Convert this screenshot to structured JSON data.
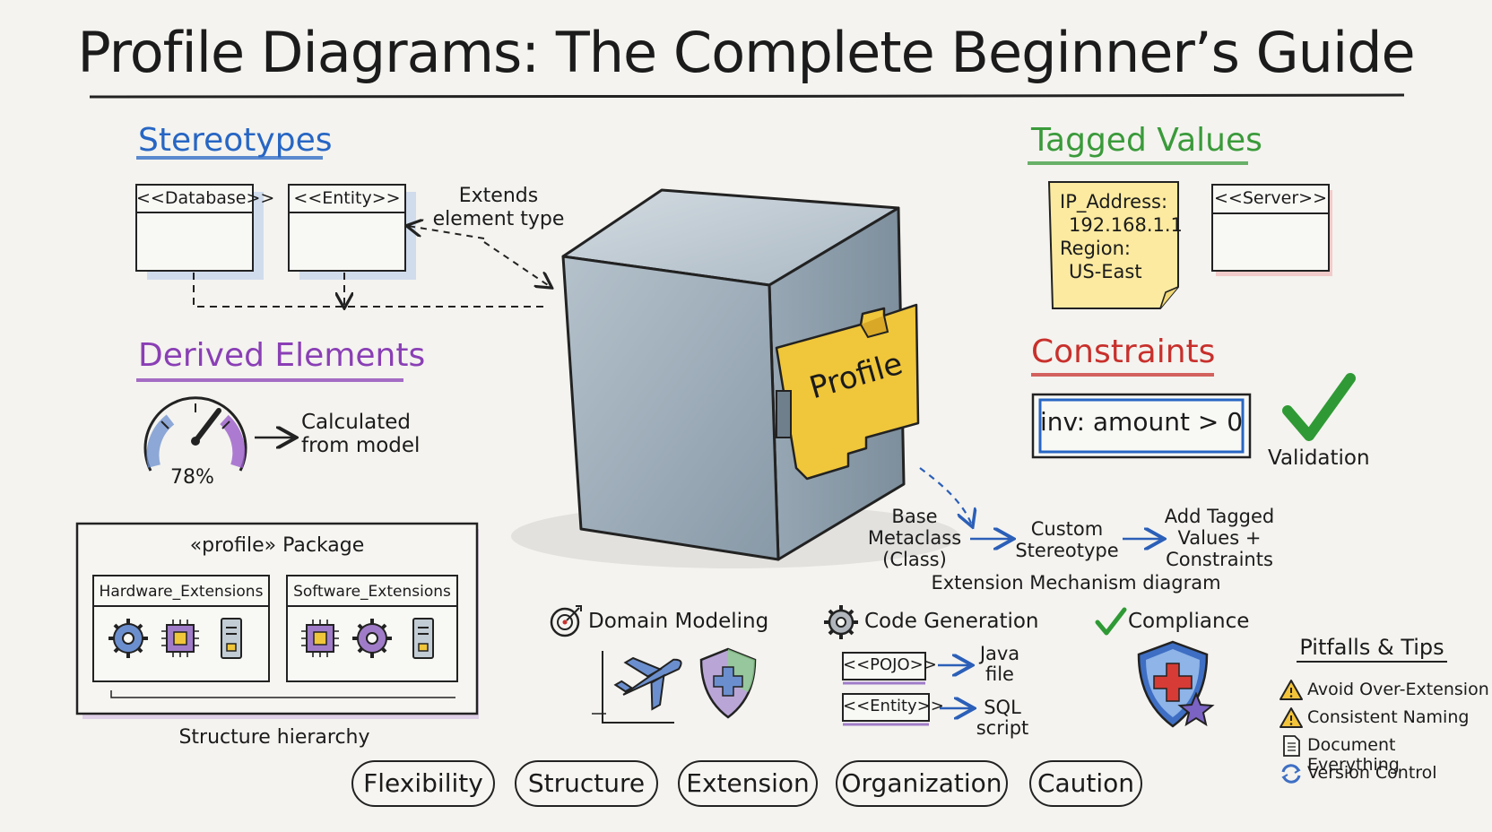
{
  "title": "Profile Diagrams: The Complete Beginner’s Guide",
  "stereotypes": {
    "heading": "Stereotypes",
    "box1": "<<Database>>",
    "box2": "<<Entity>>",
    "note": "Extends\nelement type"
  },
  "tagged_values": {
    "heading": "Tagged Values",
    "note_line1": "IP_Address:",
    "note_line2": "192.168.1.1",
    "note_line3": "Region:",
    "note_line4": "US-East",
    "server": "<<Server>>"
  },
  "derived": {
    "heading": "Derived Elements",
    "gauge_value": "78%",
    "gauge_fraction": 0.78,
    "note": "Calculated\nfrom model"
  },
  "constraints": {
    "heading": "Constraints",
    "expression": "inv: amount > 0",
    "validation": "Validation"
  },
  "cube": {
    "tag": "Profile"
  },
  "extension": {
    "step1": "Base\nMetaclass\n(Class)",
    "step2": "Custom\nStereotype",
    "step3": "Add Tagged\nValues +\nConstraints",
    "caption": "Extension Mechanism diagram"
  },
  "package": {
    "title": "«profile» Package",
    "hw": "Hardware_Extensions",
    "sw": "Software_Extensions",
    "caption": "Structure hierarchy"
  },
  "uses": {
    "domain": "Domain Modeling",
    "codegen": "Code Generation",
    "pojo": "<<POJO>>",
    "java": "Java\nfile",
    "entity": "<<Entity>>",
    "sql": "SQL\nscript",
    "compliance": "Compliance"
  },
  "tips": {
    "heading": "Pitfalls & Tips",
    "items": [
      "Avoid Over-Extension",
      "Consistent Naming",
      "Document Everything",
      "Version Control"
    ]
  },
  "pills": [
    "Flexibility",
    "Structure",
    "Extension",
    "Organization",
    "Caution"
  ],
  "colors": {
    "blue": "#2766c4",
    "green": "#3a9a3a",
    "purple": "#8a3fb5",
    "red": "#c8302c",
    "note_yellow": "#fbeaa0",
    "profile_tag": "#f0c63a",
    "cube": "#9fb0bd"
  }
}
